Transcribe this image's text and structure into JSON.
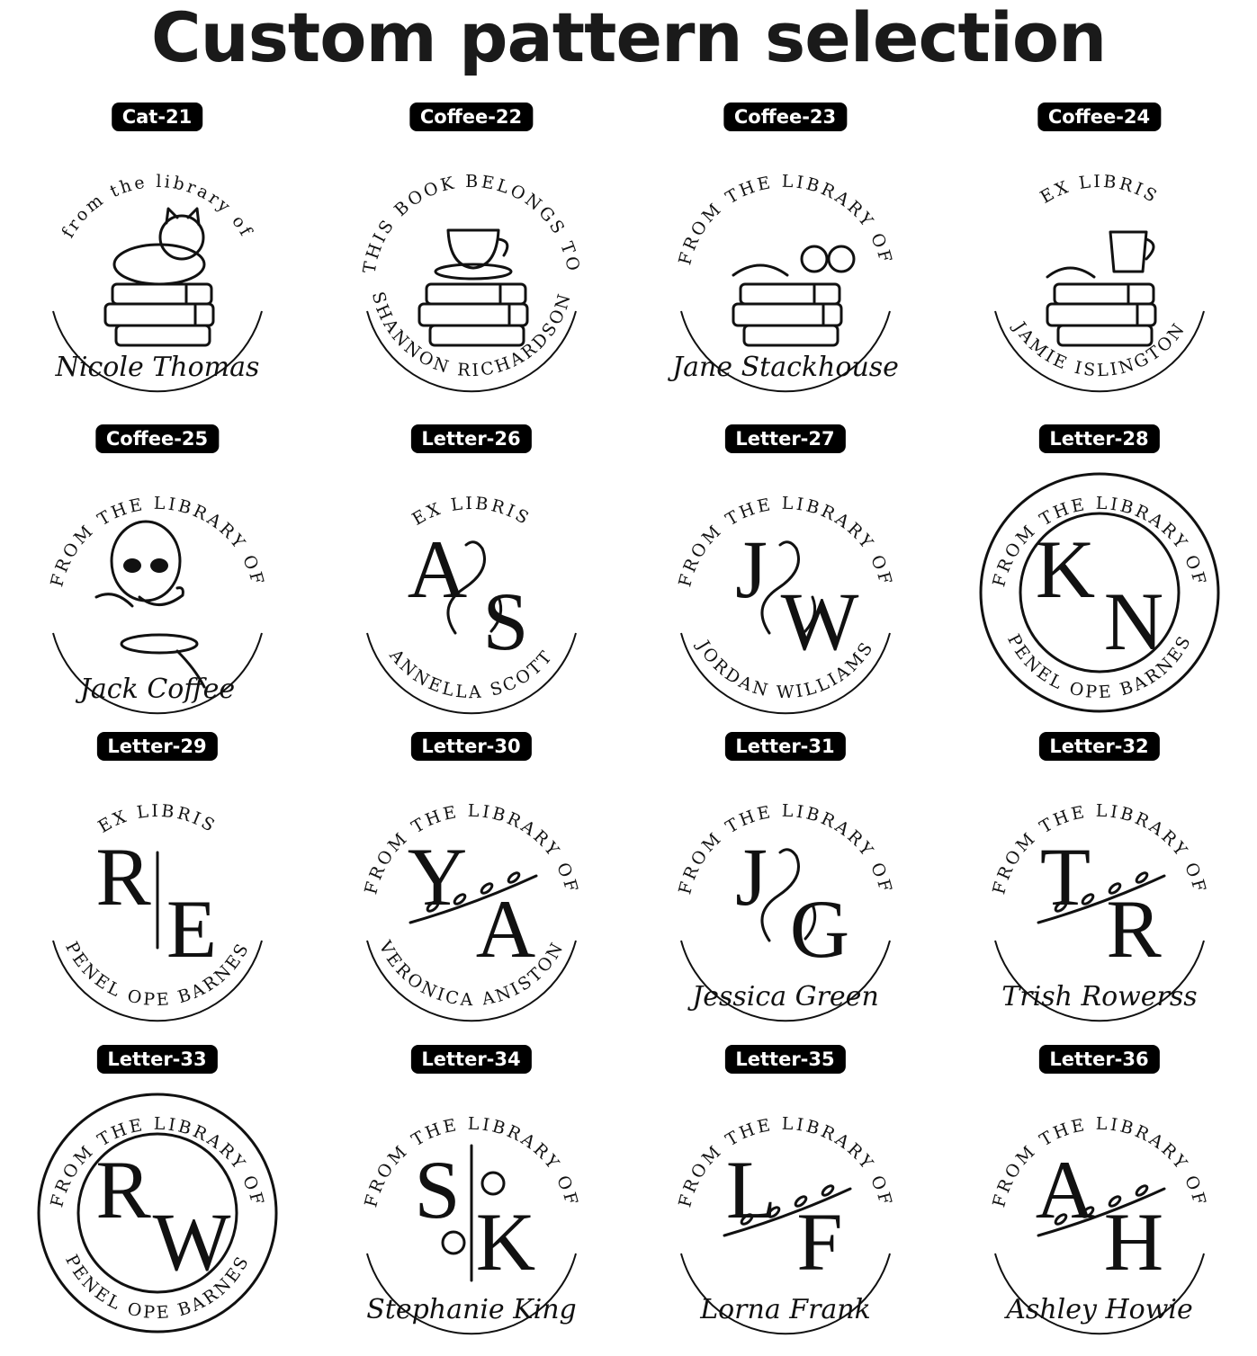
{
  "title": "Custom pattern selection",
  "patterns": [
    {
      "code": "Cat-21",
      "top_text": "from the library of",
      "bottom_text": "",
      "initials": [],
      "name": "Nicole Thomas",
      "motif": "cat-on-books"
    },
    {
      "code": "Coffee-22",
      "top_text": "THIS BOOK BELONGS TO",
      "bottom_text": "SHANNON RICHARDSON",
      "initials": [],
      "name": "",
      "motif": "teacup-on-books"
    },
    {
      "code": "Coffee-23",
      "top_text": "FROM THE LIBRARY OF",
      "bottom_text": "",
      "initials": [],
      "name": "Jane Stackhouse",
      "motif": "books-with-glasses"
    },
    {
      "code": "Coffee-24",
      "top_text": "EX LIBRIS",
      "bottom_text": "JAMIE ISLINGTON",
      "initials": [],
      "name": "",
      "motif": "mug-on-books"
    },
    {
      "code": "Coffee-25",
      "top_text": "FROM THE LIBRARY OF",
      "bottom_text": "",
      "initials": [],
      "name": "Jack Coffee",
      "motif": "skull-drinking-coffee"
    },
    {
      "code": "Letter-26",
      "top_text": "EX LIBRIS",
      "bottom_text": "ANNELLA SCOTT",
      "initials": [
        "A",
        "S"
      ],
      "name": "",
      "motif": "flourish"
    },
    {
      "code": "Letter-27",
      "top_text": "FROM THE LIBRARY OF",
      "bottom_text": "JORDAN WILLIAMS",
      "initials": [
        "J",
        "W"
      ],
      "name": "",
      "motif": "flourish"
    },
    {
      "code": "Letter-28",
      "top_text": "FROM THE LIBRARY OF",
      "bottom_text": "PENEL OPE BARNES",
      "initials": [
        "K",
        "N"
      ],
      "name": "",
      "motif": "double-ring"
    },
    {
      "code": "Letter-29",
      "top_text": "EX LIBRIS",
      "bottom_text": "PENEL OPE BARNES",
      "initials": [
        "R",
        "E"
      ],
      "name": "",
      "motif": "divider"
    },
    {
      "code": "Letter-30",
      "top_text": "FROM THE LIBRARY OF",
      "bottom_text": "VERONICA ANISTON",
      "initials": [
        "Y",
        "A"
      ],
      "name": "",
      "motif": "branch"
    },
    {
      "code": "Letter-31",
      "top_text": "FROM THE LIBRARY OF",
      "bottom_text": "",
      "initials": [
        "J",
        "G"
      ],
      "name": "Jessica Green",
      "motif": "flourish"
    },
    {
      "code": "Letter-32",
      "top_text": "FROM THE LIBRARY OF",
      "bottom_text": "",
      "initials": [
        "T",
        "R"
      ],
      "name": "Trish Rowerss",
      "motif": "branch"
    },
    {
      "code": "Letter-33",
      "top_text": "FROM THE LIBRARY OF",
      "bottom_text": "PENEL OPE BARNES",
      "initials": [
        "R",
        "W"
      ],
      "name": "",
      "motif": "double-ring"
    },
    {
      "code": "Letter-34",
      "top_text": "FROM THE LIBRARY OF",
      "bottom_text": "",
      "initials": [
        "S",
        "K"
      ],
      "name": "Stephanie King",
      "motif": "flowers"
    },
    {
      "code": "Letter-35",
      "top_text": "FROM THE LIBRARY OF",
      "bottom_text": "",
      "initials": [
        "L",
        "F"
      ],
      "name": "Lorna Frank",
      "motif": "branch"
    },
    {
      "code": "Letter-36",
      "top_text": "FROM THE LIBRARY OF",
      "bottom_text": "",
      "initials": [
        "A",
        "H"
      ],
      "name": "Ashley Howie",
      "motif": "branch"
    }
  ]
}
